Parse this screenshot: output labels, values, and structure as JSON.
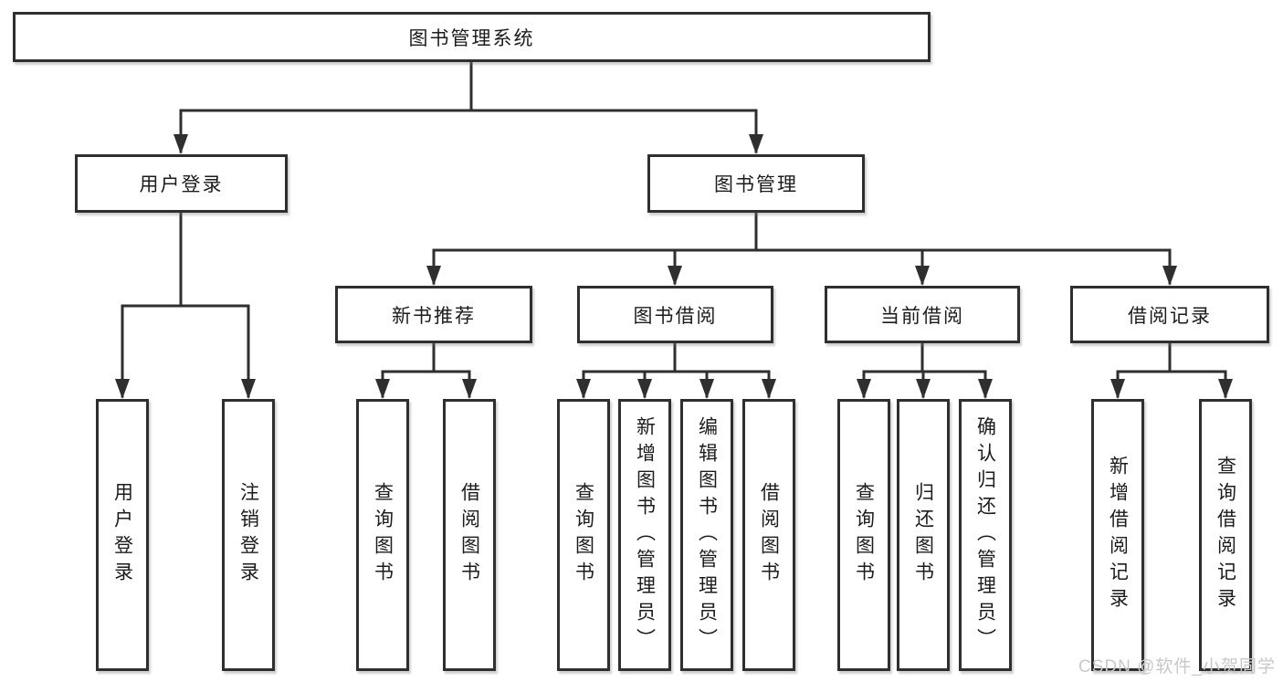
{
  "diagram": {
    "root": {
      "label": "图书管理系统"
    },
    "user_branch": {
      "label": "用户登录",
      "children": [
        "用户登录",
        "注销登录"
      ]
    },
    "book_branch": {
      "label": "图书管理",
      "groups": [
        {
          "label": "新书推荐",
          "children": [
            "查询图书",
            "借阅图书"
          ]
        },
        {
          "label": "图书借阅",
          "children": [
            "查询图书",
            "新增图书（管理员）",
            "编辑图书（管理员）",
            "借阅图书"
          ]
        },
        {
          "label": "当前借阅",
          "children": [
            "查询图书",
            "归还图书",
            "确认归还（管理员）"
          ]
        },
        {
          "label": "借阅记录",
          "children": [
            "新增借阅记录",
            "查询借阅记录"
          ]
        }
      ]
    },
    "line_color": "#2f2f2f",
    "box_fill": "#ffffff",
    "text_color": "#1c1c1c"
  },
  "watermark": {
    "text": "CSDN @软件_小贺同学",
    "color": "#c8c8c8"
  }
}
